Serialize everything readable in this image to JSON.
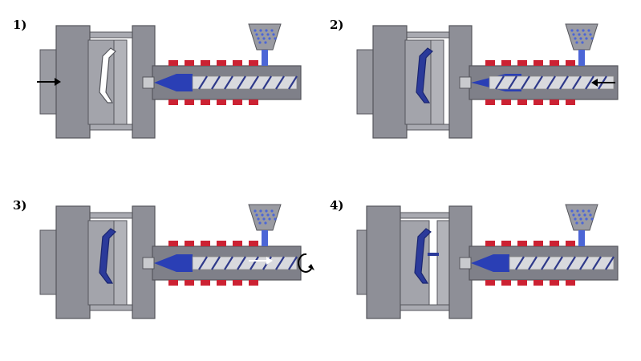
{
  "panels": [
    {
      "label": "1)",
      "mold_state": "closed",
      "cavity": "empty",
      "screw_arrow": "none",
      "mold_arrow": "push-right",
      "melt": "front"
    },
    {
      "label": "2)",
      "mold_state": "closed",
      "cavity": "filled",
      "screw_arrow": "push-left",
      "mold_arrow": "none",
      "melt": "reduced"
    },
    {
      "label": "3)",
      "mold_state": "closed",
      "cavity": "filled",
      "screw_arrow": "retract-right",
      "mold_arrow": "none",
      "melt": "front",
      "rotation": true
    },
    {
      "label": "4)",
      "mold_state": "open",
      "cavity": "ejected",
      "screw_arrow": "none",
      "mold_arrow": "none",
      "melt": "front"
    }
  ],
  "colors": {
    "platen": "#8e8f97",
    "platen_dark": "#55565c",
    "barrel": "#7f8089",
    "heater": "#cc2233",
    "melt": "#2a3fb5",
    "part": "#2b3a9a",
    "screw": "#d8d9dd",
    "pellets": "#4c66d6"
  }
}
